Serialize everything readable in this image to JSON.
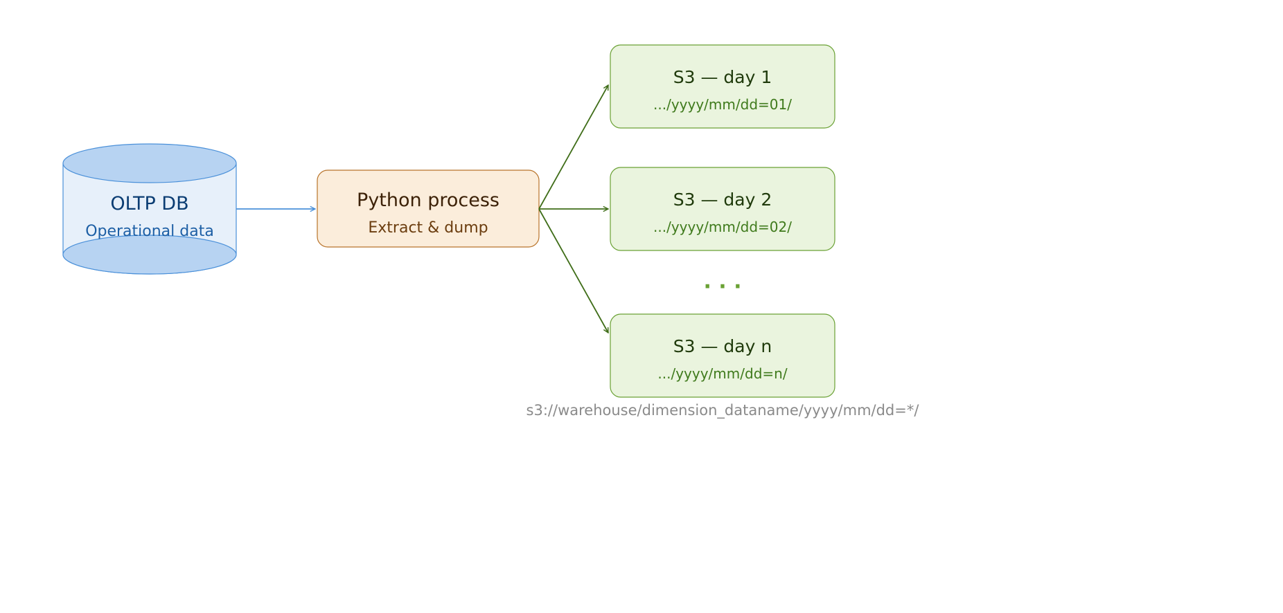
{
  "colors": {
    "db_fill": "#e7f0fa",
    "db_cap": "#b7d3f2",
    "db_stroke": "#4a90d9",
    "db_title": "#0b3d73",
    "db_sub": "#1d5fa5",
    "proc_fill": "#fbeddb",
    "proc_stroke": "#b8732a",
    "proc_title": "#3d2208",
    "proc_sub": "#6b3d0f",
    "s3_fill": "#eaf4de",
    "s3_stroke": "#6aa134",
    "s3_title": "#1f3a0b",
    "s3_sub": "#3f7a1c",
    "arrow_blue": "#4a90d9",
    "arrow_green": "#3f6d18",
    "dots": "#6aa134",
    "caption": "#8a8a8a"
  },
  "database": {
    "title": "OLTP DB",
    "subtitle": "Operational data",
    "icon": "database-cylinder-icon"
  },
  "process": {
    "title": "Python process",
    "subtitle": "Extract & dump"
  },
  "buckets": [
    {
      "title": "S3 — day 1",
      "path": ".../yyyy/mm/dd=01/"
    },
    {
      "title": "S3 — day 2",
      "path": ".../yyyy/mm/dd=02/"
    },
    {
      "title": "S3 — day n",
      "path": ".../yyyy/mm/dd=n/"
    }
  ],
  "ellipsis": "· · ·",
  "caption": "s3://warehouse/dimension_dataname/yyyy/mm/dd=*/"
}
